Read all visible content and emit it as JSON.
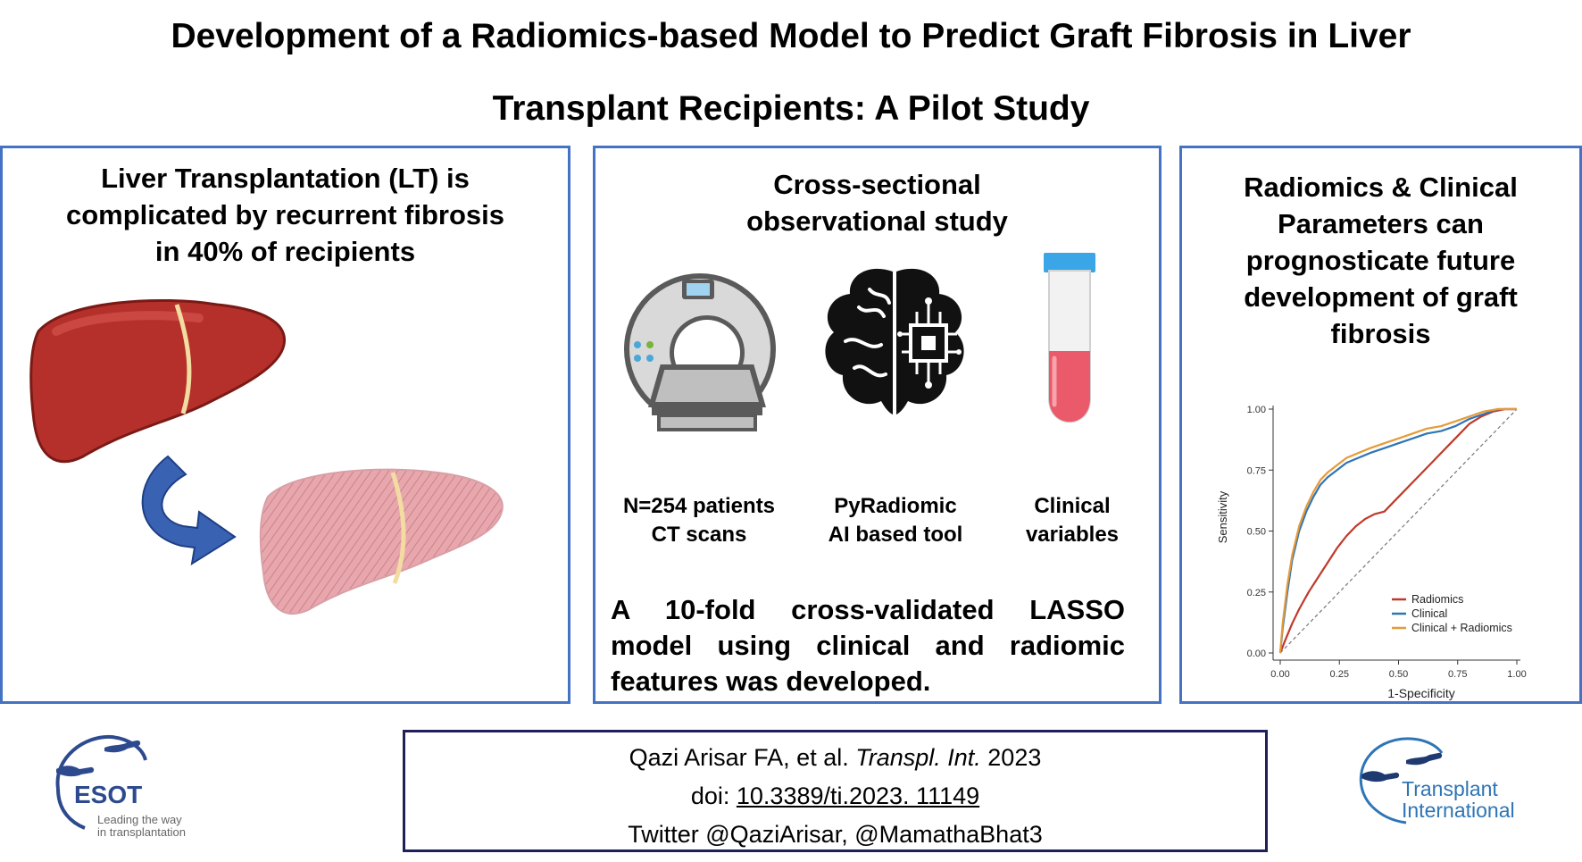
{
  "title": {
    "line1": "Development of a Radiomics-based Model to Predict Graft Fibrosis in Liver",
    "line2": "Transplant Recipients: A Pilot Study"
  },
  "left_panel": {
    "line1": "Liver Transplantation (LT) is",
    "line2": "complicated by recurrent fibrosis",
    "line3": "in 40% of recipients"
  },
  "middle_panel": {
    "heading_line1": "Cross-sectional",
    "heading_line2": "observational study",
    "items": [
      {
        "icon": "ct-scanner-icon",
        "line1": "N=254 patients",
        "line2": "CT scans"
      },
      {
        "icon": "ai-brain-icon",
        "line1": "PyRadiomic",
        "line2": "AI based tool"
      },
      {
        "icon": "test-tube-icon",
        "line1": "Clinical",
        "line2": "variables"
      }
    ],
    "conclusion": "A 10-fold cross-validated LASSO model using clinical and radiomic features was developed."
  },
  "right_panel": {
    "line1": "Radiomics & Clinical",
    "line2": "Parameters can",
    "line3": "prognosticate future",
    "line4": "development of graft",
    "line5": "fibrosis"
  },
  "chart_data": {
    "type": "line",
    "title": "",
    "xlabel": "1-Specificity",
    "ylabel": "Sensitivity",
    "xlim": [
      0,
      1
    ],
    "ylim": [
      0,
      1
    ],
    "xticks": [
      "0.00",
      "0.25",
      "0.50",
      "0.75",
      "1.00"
    ],
    "yticks": [
      "0.00",
      "0.25",
      "0.50",
      "0.75",
      "1.00"
    ],
    "grid": false,
    "legend_position": "bottom-right",
    "reference_line": "diagonal",
    "series": [
      {
        "name": "Radiomics",
        "color": "#c0392b",
        "points": [
          [
            0,
            0
          ],
          [
            0.02,
            0.05
          ],
          [
            0.05,
            0.12
          ],
          [
            0.08,
            0.18
          ],
          [
            0.12,
            0.25
          ],
          [
            0.16,
            0.31
          ],
          [
            0.2,
            0.37
          ],
          [
            0.24,
            0.43
          ],
          [
            0.28,
            0.48
          ],
          [
            0.32,
            0.52
          ],
          [
            0.36,
            0.55
          ],
          [
            0.4,
            0.57
          ],
          [
            0.44,
            0.58
          ],
          [
            0.48,
            0.62
          ],
          [
            0.52,
            0.66
          ],
          [
            0.56,
            0.7
          ],
          [
            0.6,
            0.74
          ],
          [
            0.64,
            0.78
          ],
          [
            0.68,
            0.82
          ],
          [
            0.72,
            0.86
          ],
          [
            0.76,
            0.9
          ],
          [
            0.8,
            0.94
          ],
          [
            0.85,
            0.97
          ],
          [
            0.9,
            0.99
          ],
          [
            0.95,
            1.0
          ],
          [
            1,
            1
          ]
        ]
      },
      {
        "name": "Clinical",
        "color": "#2e75b6",
        "points": [
          [
            0,
            0
          ],
          [
            0.01,
            0.1
          ],
          [
            0.03,
            0.25
          ],
          [
            0.05,
            0.38
          ],
          [
            0.08,
            0.5
          ],
          [
            0.11,
            0.58
          ],
          [
            0.14,
            0.64
          ],
          [
            0.17,
            0.69
          ],
          [
            0.2,
            0.72
          ],
          [
            0.24,
            0.75
          ],
          [
            0.28,
            0.78
          ],
          [
            0.33,
            0.8
          ],
          [
            0.38,
            0.82
          ],
          [
            0.44,
            0.84
          ],
          [
            0.5,
            0.86
          ],
          [
            0.56,
            0.88
          ],
          [
            0.62,
            0.9
          ],
          [
            0.68,
            0.91
          ],
          [
            0.74,
            0.93
          ],
          [
            0.8,
            0.96
          ],
          [
            0.86,
            0.98
          ],
          [
            0.92,
            1.0
          ],
          [
            1,
            1
          ]
        ]
      },
      {
        "name": "Clinical + Radiomics",
        "color": "#e69a38",
        "points": [
          [
            0,
            0
          ],
          [
            0.01,
            0.12
          ],
          [
            0.03,
            0.28
          ],
          [
            0.05,
            0.4
          ],
          [
            0.08,
            0.52
          ],
          [
            0.11,
            0.6
          ],
          [
            0.14,
            0.66
          ],
          [
            0.17,
            0.71
          ],
          [
            0.2,
            0.74
          ],
          [
            0.24,
            0.77
          ],
          [
            0.28,
            0.8
          ],
          [
            0.33,
            0.82
          ],
          [
            0.38,
            0.84
          ],
          [
            0.44,
            0.86
          ],
          [
            0.5,
            0.88
          ],
          [
            0.56,
            0.9
          ],
          [
            0.62,
            0.92
          ],
          [
            0.68,
            0.93
          ],
          [
            0.74,
            0.95
          ],
          [
            0.8,
            0.97
          ],
          [
            0.86,
            0.99
          ],
          [
            0.92,
            1.0
          ],
          [
            1,
            1
          ]
        ]
      }
    ]
  },
  "citation": {
    "authors": "Qazi Arisar FA, et al. ",
    "journal": "Transpl. Int.",
    "year": " 2023",
    "doi_label": "doi: ",
    "doi": "10.3389/ti.2023. 11149",
    "twitter": "Twitter @QaziArisar, @MamathaBhat3"
  },
  "logos": {
    "esot_name": "ESOT",
    "esot_tagline1": "Leading the way",
    "esot_tagline2": "in transplantation",
    "ti_line1": "Transplant",
    "ti_line2": "International",
    "esot_color": "#2e4a8f",
    "ti_color": "#2e75b6"
  },
  "colors": {
    "panel_border": "#4472c4",
    "citation_border": "#1f1f5c",
    "liver_healthy": "#b5302a",
    "liver_fibrotic": "#e8a7ad",
    "arrow": "#3a62b3"
  }
}
